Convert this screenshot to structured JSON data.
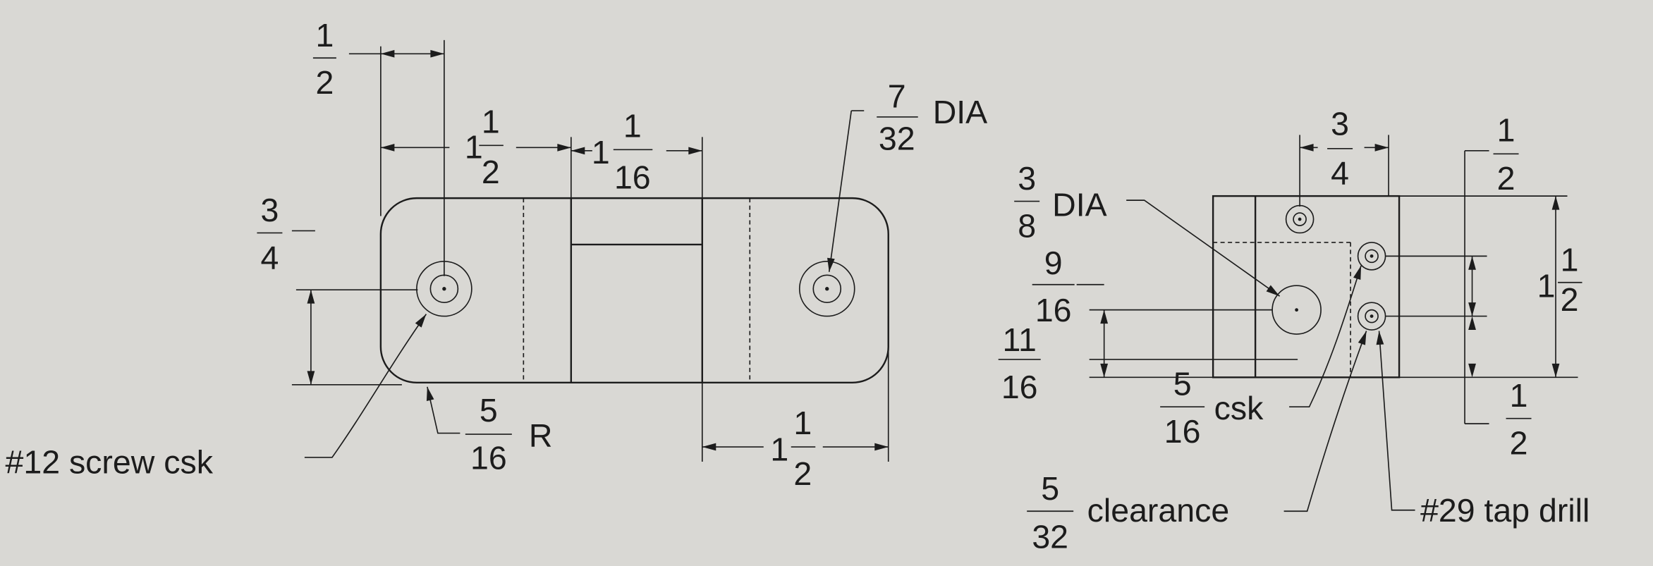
{
  "front_view": {
    "dims": {
      "top_edge_offset": {
        "num": "1",
        "den": "2"
      },
      "hole_to_slot": {
        "whole": "1",
        "num": "1",
        "den": "2"
      },
      "slot_width": {
        "whole": "1",
        "num": "1",
        "den": "16"
      },
      "hole_height": {
        "num": "3",
        "den": "4"
      },
      "right_hole_to_edge": {
        "whole": "1",
        "num": "1",
        "den": "2"
      }
    },
    "callouts": {
      "right_hole": {
        "num": "7",
        "den": "32",
        "suffix": "DIA"
      },
      "corner_radius": {
        "num": "5",
        "den": "16",
        "suffix": "R"
      },
      "screw": "#12 screw csk"
    }
  },
  "side_view": {
    "dims": {
      "hole_spacing_top": {
        "num": "3",
        "den": "4"
      },
      "top_margin": {
        "num": "1",
        "den": "2"
      },
      "height": {
        "whole": "1",
        "num": "1",
        "den": "2"
      },
      "bottom_margin": {
        "num": "1",
        "den": "2"
      },
      "hole_center_height": {
        "num": "9",
        "den": "16"
      },
      "hole_center_height_2": {
        "num": "11",
        "den": "16"
      }
    },
    "callouts": {
      "large_hole": {
        "num": "3",
        "den": "8",
        "suffix": "DIA"
      },
      "csk": {
        "num": "5",
        "den": "16",
        "suffix": "csk"
      },
      "clearance": {
        "num": "5",
        "den": "32",
        "suffix": "clearance"
      },
      "tap_drill": "#29 tap drill"
    }
  }
}
